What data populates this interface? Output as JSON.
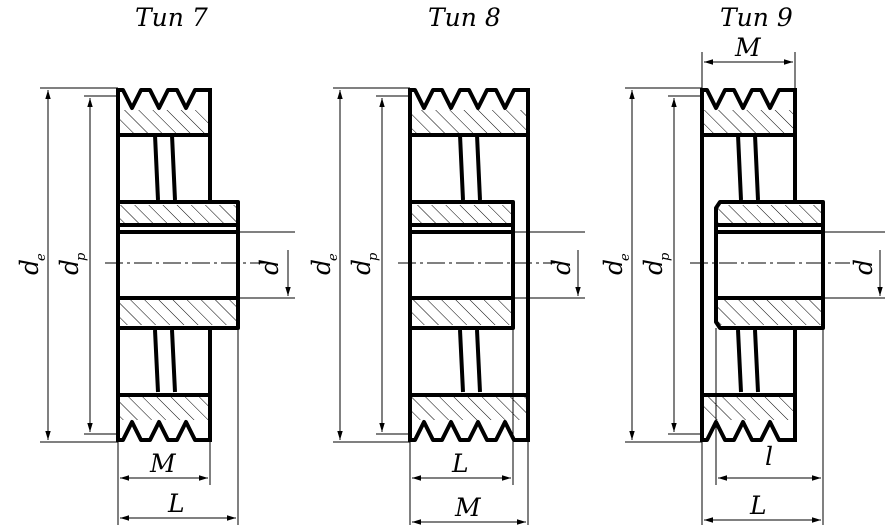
{
  "types": [
    {
      "title": "Тип 7",
      "labels": {
        "de": "d",
        "de_sub": "e",
        "dp": "d",
        "dp_sub": "p",
        "d": "d",
        "bottom1": "M",
        "bottom2": "L"
      }
    },
    {
      "title": "Тип 8",
      "labels": {
        "de": "d",
        "de_sub": "e",
        "dp": "d",
        "dp_sub": "p",
        "d": "d",
        "bottom1": "L",
        "bottom2": "M"
      }
    },
    {
      "title": "Тип 9",
      "labels": {
        "de": "d",
        "de_sub": "e",
        "dp": "d",
        "dp_sub": "p",
        "d": "d",
        "top": "M",
        "bottom1": "l",
        "bottom2": "L"
      }
    }
  ]
}
